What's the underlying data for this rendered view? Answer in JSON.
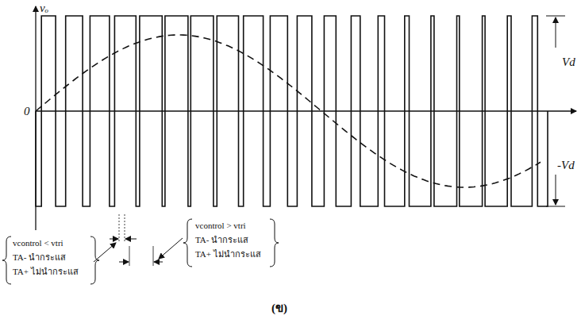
{
  "diagram": {
    "caption": "(ข)",
    "labels": [
      "vₒ",
      "0",
      "Vd",
      "-Vd",
      "vcontrol < vtri",
      "TA- นำกระแส",
      "TA+ ไม่นำกระแส",
      "vcontrol > vtri",
      "TA- นำกระแส",
      "TA+ ไม่นำกระแส"
    ]
  }
}
